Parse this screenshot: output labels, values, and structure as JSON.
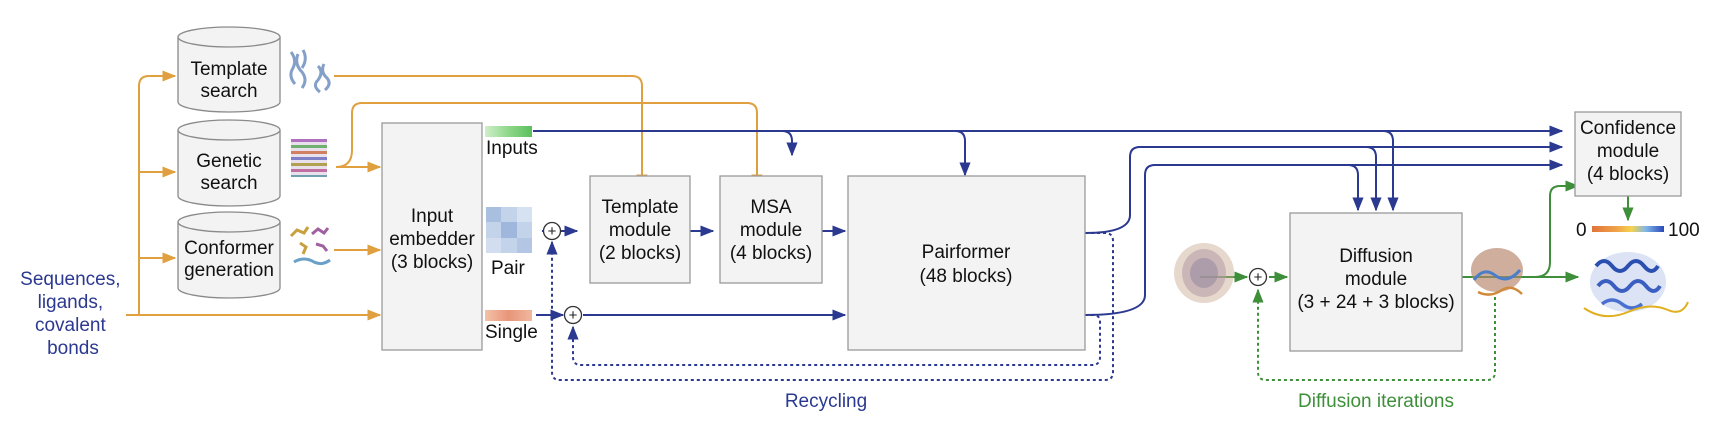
{
  "inputs_text": [
    "Sequences,",
    "ligands,",
    "covalent",
    "bonds"
  ],
  "databases": {
    "template_search": [
      "Template",
      "search"
    ],
    "genetic_search": [
      "Genetic",
      "search"
    ],
    "conformer_generation": [
      "Conformer",
      "generation"
    ]
  },
  "modules": {
    "input_embedder": [
      "Input",
      "embedder",
      "(3 blocks)"
    ],
    "template_module": [
      "Template",
      "module",
      "(2 blocks)"
    ],
    "msa_module": [
      "MSA",
      "module",
      "(4 blocks)"
    ],
    "pairformer": [
      "Pairformer",
      "(48 blocks)"
    ],
    "diffusion_module": [
      "Diffusion",
      "module",
      "(3 + 24 + 3 blocks)"
    ],
    "confidence_module": [
      "Confidence",
      "module",
      "(4 blocks)"
    ]
  },
  "representations": {
    "inputs": "Inputs",
    "pair": "Pair",
    "single": "Single"
  },
  "loops": {
    "recycling": "Recycling",
    "diffusion_iterations": "Diffusion iterations"
  },
  "confidence_scale": {
    "min": "0",
    "max": "100"
  },
  "colors": {
    "orange": "#e0a040",
    "blue": "#2b3990",
    "green": "#3f8f3a",
    "box_fill": "#f3f3f3",
    "box_stroke": "#9a9a9a"
  }
}
